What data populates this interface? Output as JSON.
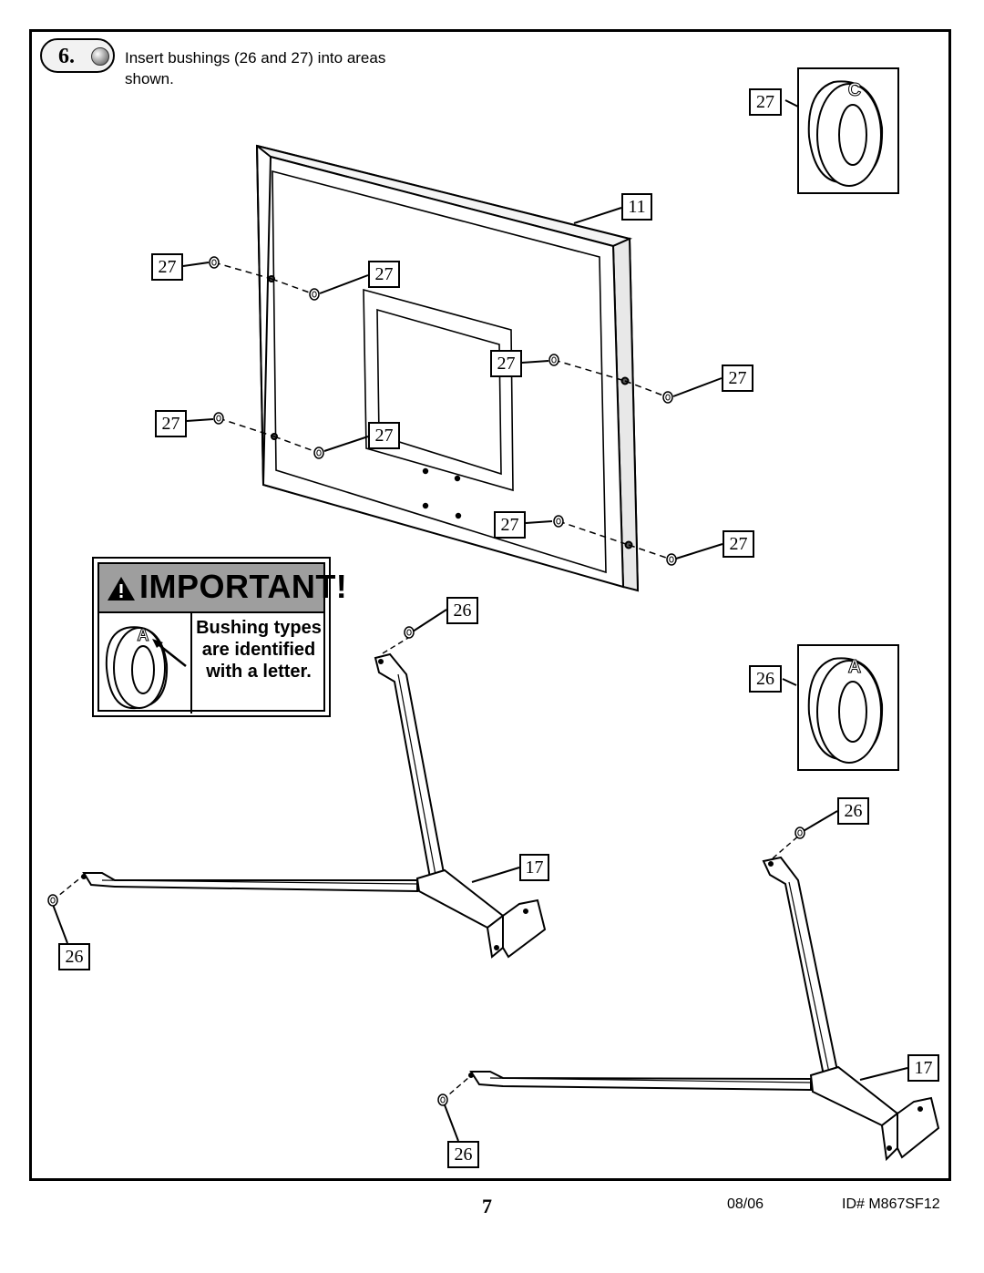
{
  "step": {
    "number": "6.",
    "instruction": "Insert bushings (26 and 27) into areas shown."
  },
  "callouts": {
    "c27_inset": "27",
    "c11": "11",
    "c27_l1": "27",
    "c27_m1": "27",
    "c27_m2": "27",
    "c27_r1": "27",
    "c27_l2": "27",
    "c27_m3": "27",
    "c27_m4": "27",
    "c27_r2": "27",
    "c26_top": "26",
    "c26_inset": "26",
    "c17_a": "17",
    "c26_left": "26",
    "c26_right": "26",
    "c17_b": "17",
    "c26_bottom": "26"
  },
  "insets": {
    "bushing_27_letter": "C",
    "bushing_26_letter": "A"
  },
  "important": {
    "title": "IMPORTANT!",
    "bushing_letter": "A",
    "message": "Bushing types are identified with a letter."
  },
  "footer": {
    "page": "7",
    "date": "08/06",
    "doc_id": "ID# M867SF12"
  }
}
